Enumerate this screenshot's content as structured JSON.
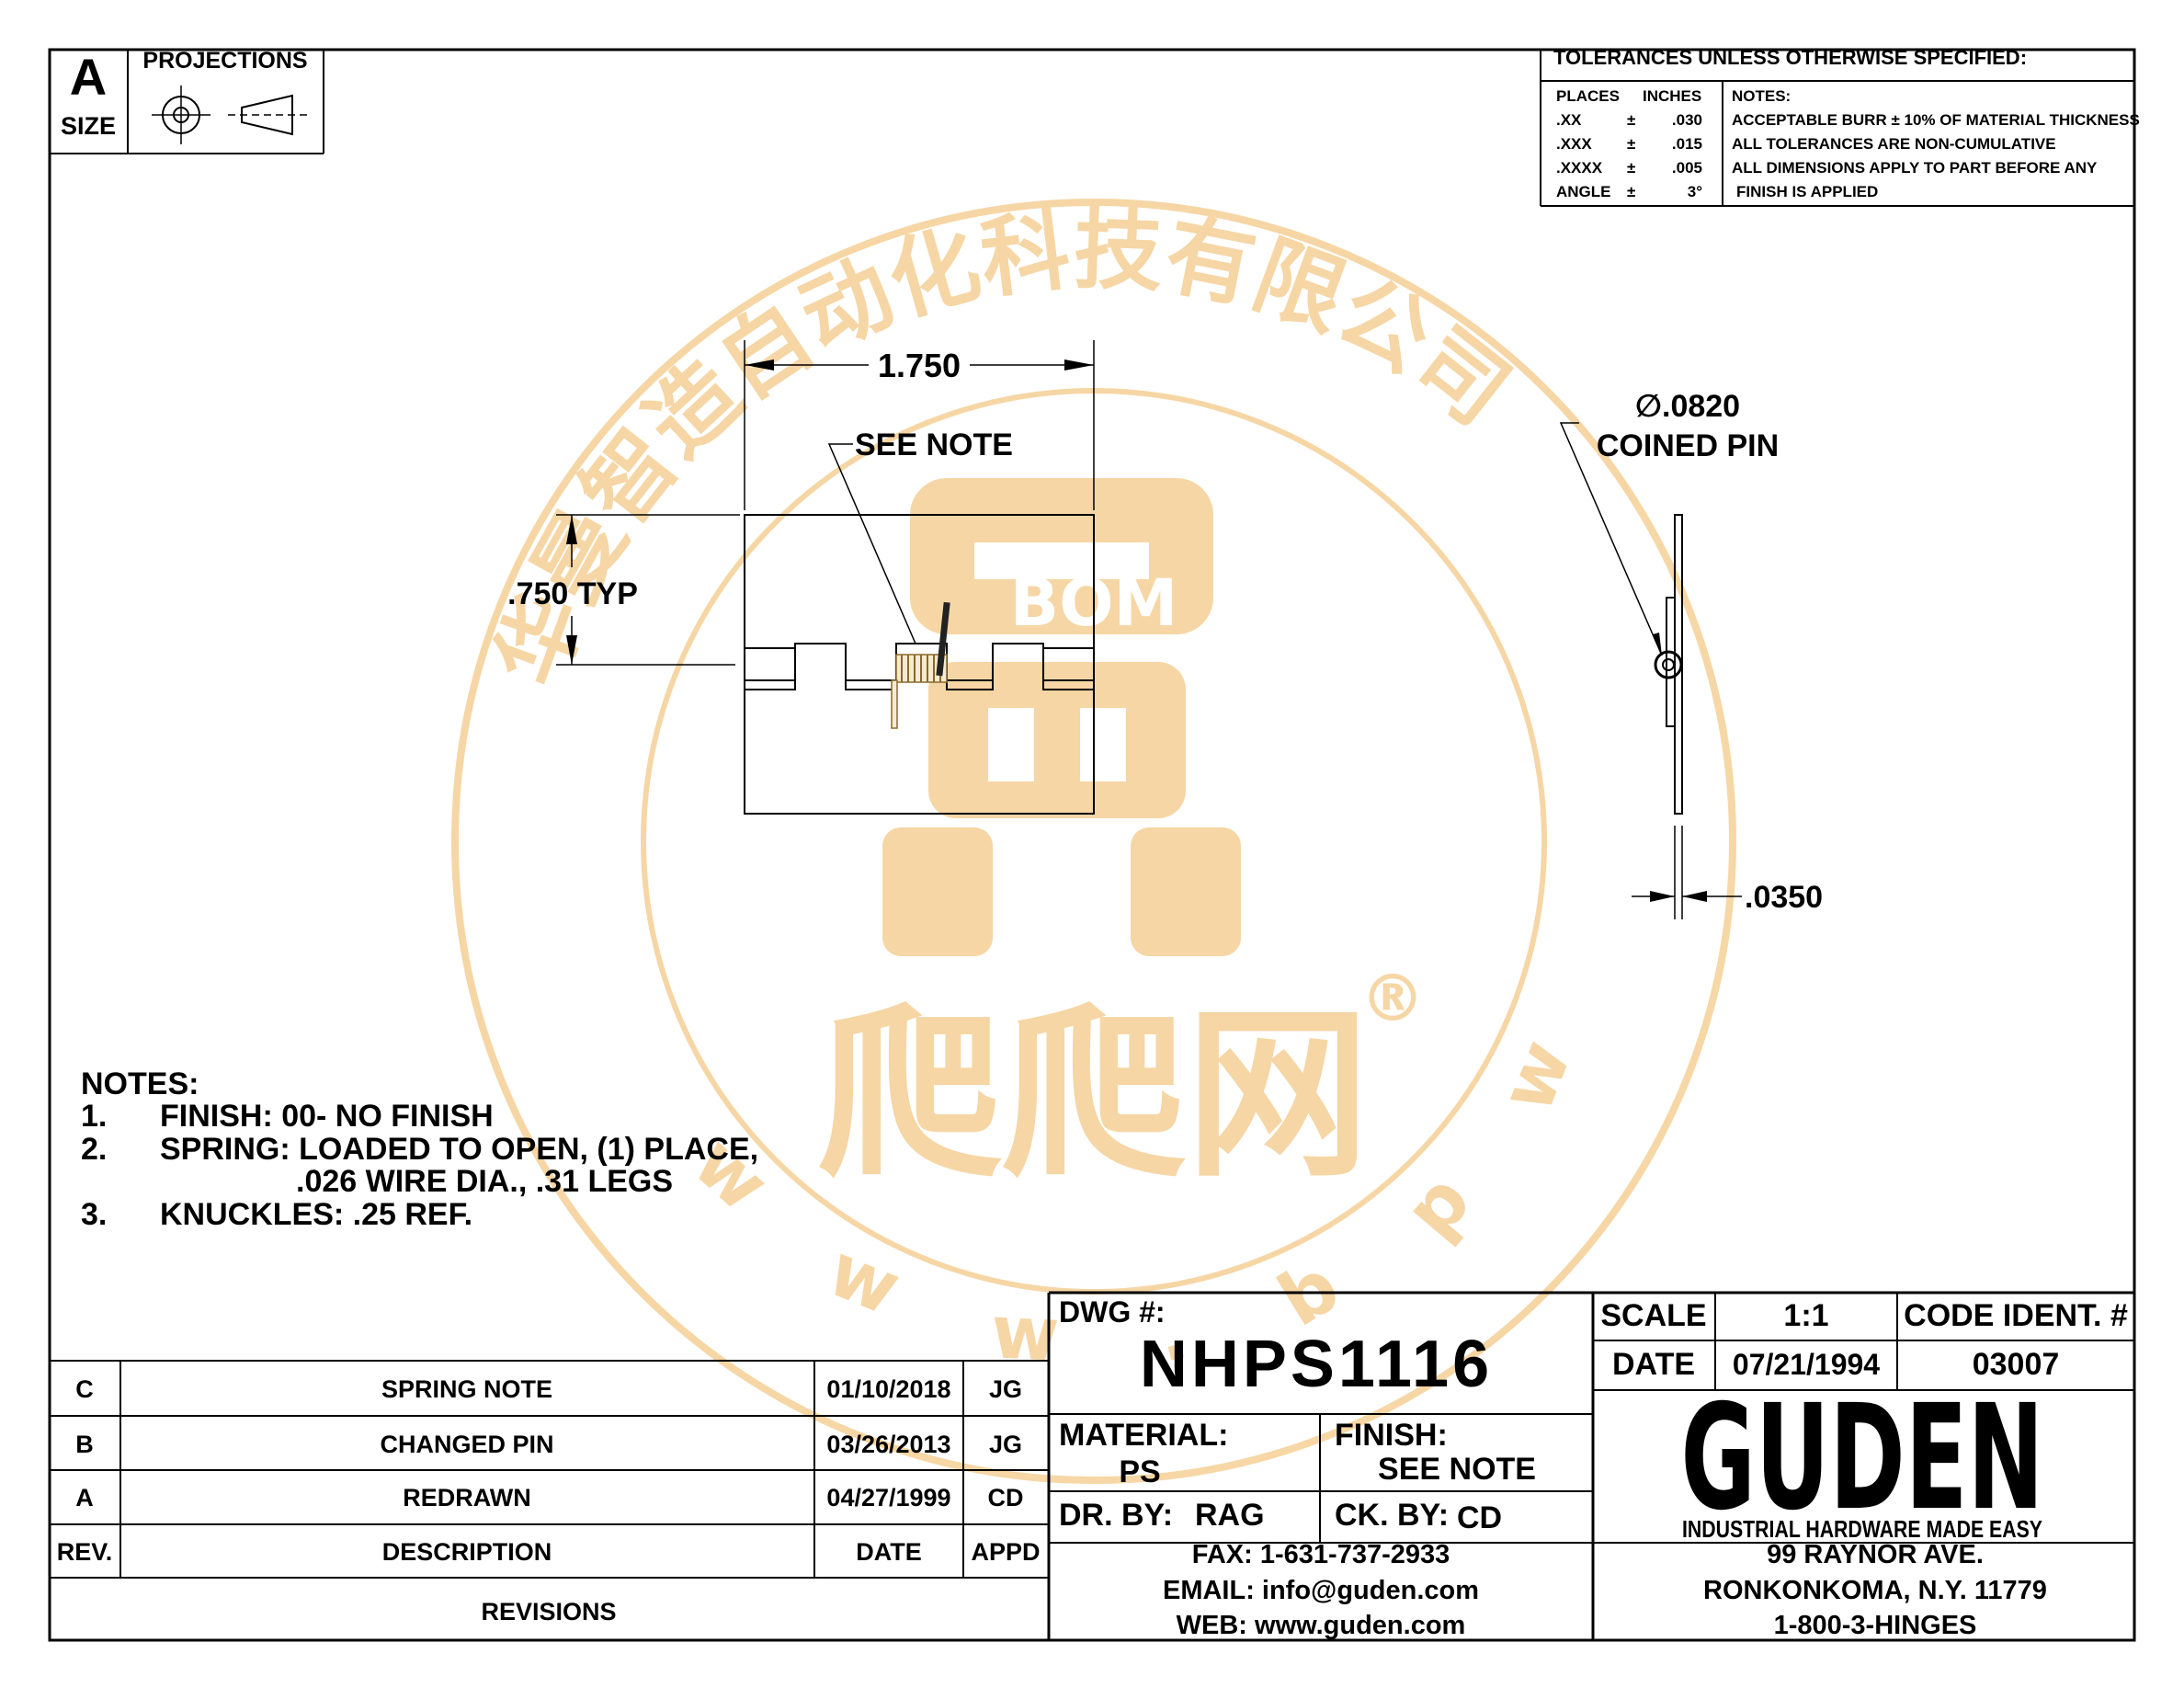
{
  "size_block": {
    "letter": "A",
    "label": "SIZE"
  },
  "projections": {
    "label": "PROJECTIONS",
    "icons": [
      "first-angle-circle-icon",
      "first-angle-cone-icon"
    ]
  },
  "tolerances": {
    "title": "TOLERANCES UNLESS OTHERWISE SPECIFIED:",
    "headers": {
      "places": "PLACES",
      "inches": "INCHES",
      "notes": "NOTES:"
    },
    "rows": [
      {
        "place": ".XX",
        "pm": "±",
        "value": ".030"
      },
      {
        "place": ".XXX",
        "pm": "±",
        "value": ".015"
      },
      {
        "place": ".XXXX",
        "pm": "±",
        "value": ".005"
      },
      {
        "place": "ANGLE",
        "pm": "±",
        "value": "3°"
      }
    ],
    "notes": [
      "ACCEPTABLE BURR ± 10% OF MATERIAL THICKNESS",
      "ALL TOLERANCES ARE NON-CUMULATIVE",
      "ALL DIMENSIONS APPLY TO PART BEFORE ANY",
      "FINISH IS APPLIED"
    ]
  },
  "dimensions": {
    "width": "1.750",
    "see_note": "SEE NOTE",
    "leaf_height": ".750 TYP",
    "pin_diameter": "∅.0820",
    "pin_label": "COINED PIN",
    "thickness": ".0350"
  },
  "notes": {
    "title": "NOTES:",
    "items": [
      {
        "num": "1.",
        "lines": [
          "FINISH: 00- NO FINISH"
        ]
      },
      {
        "num": "2.",
        "lines": [
          "SPRING: LOADED TO OPEN, (1) PLACE,",
          ".026 WIRE DIA., .31 LEGS"
        ]
      },
      {
        "num": "3.",
        "lines": [
          "KNUCKLES: .25 REF."
        ]
      }
    ]
  },
  "revisions": {
    "rows": [
      {
        "rev": "C",
        "description": "SPRING NOTE",
        "date": "01/10/2018",
        "appd": "JG"
      },
      {
        "rev": "B",
        "description": "CHANGED PIN",
        "date": "03/26/2013",
        "appd": "JG"
      },
      {
        "rev": "A",
        "description": "REDRAWN",
        "date": "04/27/1999",
        "appd": "CD"
      }
    ],
    "headers": {
      "rev": "REV.",
      "description": "DESCRIPTION",
      "date": "DATE",
      "appd": "APPD"
    },
    "footer": "REVISIONS"
  },
  "title_block": {
    "dwg_label": "DWG #:",
    "dwg_number": "NHPS1116",
    "material_label": "MATERIAL:",
    "material_value": "PS",
    "finish_label": "FINISH:",
    "finish_value": "SEE NOTE",
    "drawn_label": "DR. BY:",
    "drawn_value": "RAG",
    "checked_label": "CK. BY:",
    "checked_value": "CD",
    "fax": "FAX: 1-631-737-2933",
    "email": "EMAIL: info@guden.com",
    "web": "WEB: www.guden.com",
    "scale_label": "SCALE",
    "scale_value": "1:1",
    "code_label": "CODE IDENT. #",
    "date_label": "DATE",
    "date_value": "07/21/1994",
    "code_value": "03007",
    "company_logo": "GUDEN",
    "company_tagline": "INDUSTRIAL HARDWARE MADE EASY",
    "address1": "99 RAYNOR AVE.",
    "address2": "RONKONKOMA, N.Y. 11779",
    "phone": "1-800-3-HINGES"
  },
  "watermark": {
    "ring_text": "华曼智造自动化科技有限公司",
    "center_text": "BOM",
    "bottom_text": "爬爬网",
    "url_text": "www.bpw.com",
    "registered": "®",
    "color": "#f3c987"
  }
}
